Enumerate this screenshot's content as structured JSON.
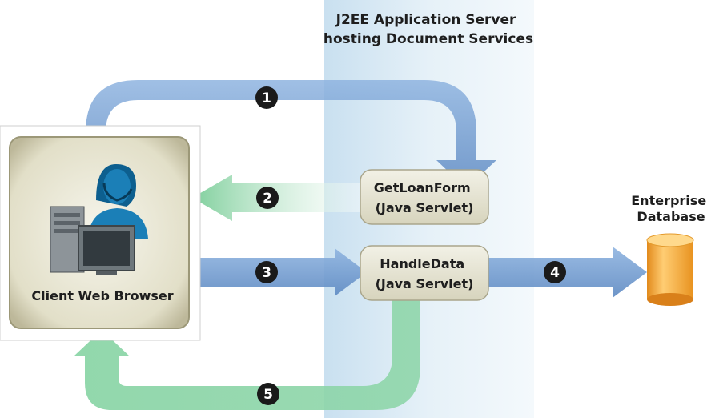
{
  "server_label": [
    "J2EE Application Server",
    "hosting Document Services"
  ],
  "client": {
    "label": "Client Web Browser"
  },
  "servlets": {
    "get_loan_form": [
      "GetLoanForm",
      "(Java Servlet)"
    ],
    "handle_data": [
      "HandleData",
      "(Java Servlet)"
    ]
  },
  "database": {
    "label": [
      "Enterprise",
      "Database"
    ]
  },
  "steps": [
    "1",
    "2",
    "3",
    "4",
    "5"
  ],
  "colors": {
    "blue_arrow": "#6f9bd0",
    "green_arrow": "#8fd3a8",
    "server_band": "#d6e8f4",
    "client_box": "#ece9d8",
    "database": "#f0a030",
    "step_badge": "#1a1a1a"
  }
}
